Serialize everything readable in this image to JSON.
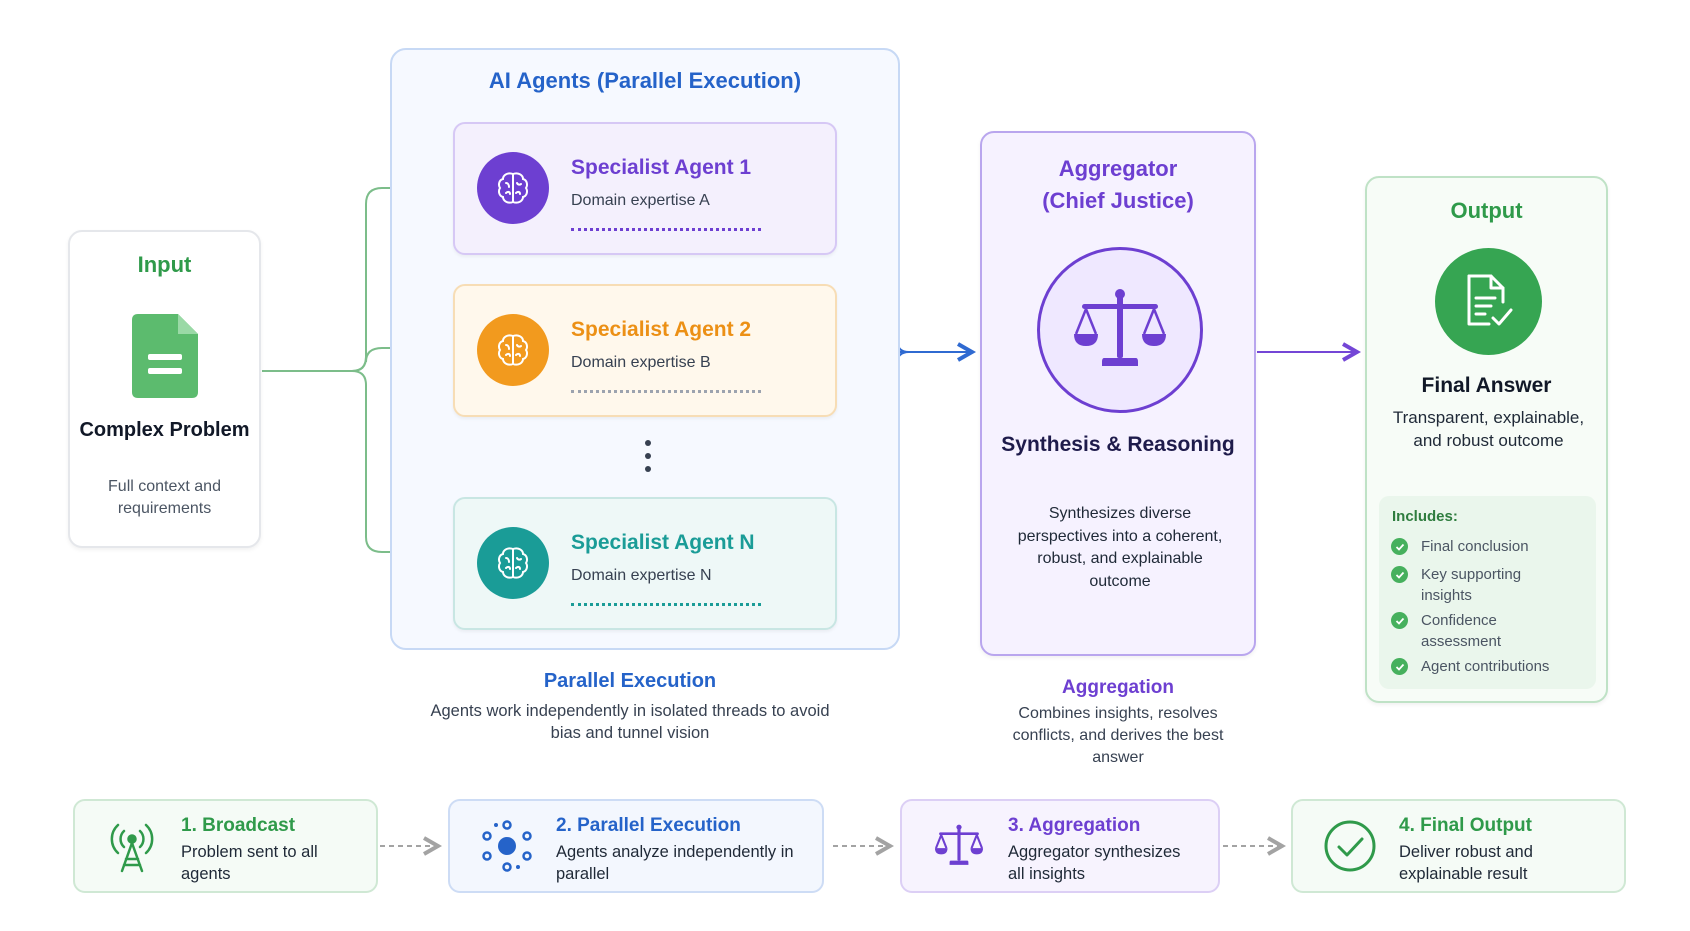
{
  "colors": {
    "green": "#2f9a4a",
    "blue": "#2563c9",
    "purple": "#6d3fd1",
    "orange": "#f29a1e",
    "teal": "#1a9c97"
  },
  "input": {
    "title": "Input",
    "icon": "document-icon",
    "heading": "Complex Problem",
    "subtitle": "Full context and requirements"
  },
  "agents": {
    "title": "AI Agents (Parallel Execution)",
    "items": [
      {
        "name": "Specialist Agent 1",
        "domain": "Domain expertise A",
        "icon": "brain-icon"
      },
      {
        "name": "Specialist Agent 2",
        "domain": "Domain expertise B",
        "icon": "brain-icon"
      },
      {
        "name": "Specialist Agent N",
        "domain": "Domain expertise N",
        "icon": "brain-icon"
      }
    ],
    "caption_title": "Parallel Execution",
    "caption_text": "Agents work independently in isolated threads to avoid bias and tunnel vision"
  },
  "aggregator": {
    "title_line1": "Aggregator",
    "title_line2": "(Chief Justice)",
    "icon": "scales-icon",
    "heading": "Synthesis & Reasoning",
    "description": "Synthesizes diverse perspectives into a coherent, robust, and explainable outcome",
    "caption_title": "Aggregation",
    "caption_text": "Combines insights, resolves conflicts, and derives the best answer"
  },
  "output": {
    "title": "Output",
    "icon": "checked-document-icon",
    "heading": "Final Answer",
    "description": "Transparent, explainable, and robust outcome",
    "includes_label": "Includes:",
    "includes": [
      "Final conclusion",
      "Key supporting insights",
      "Confidence assessment",
      "Agent contributions"
    ]
  },
  "steps": [
    {
      "title": "1. Broadcast",
      "description": "Problem sent to all agents",
      "icon": "broadcast-tower-icon"
    },
    {
      "title": "2. Parallel Execution",
      "description": "Agents analyze independently in parallel",
      "icon": "network-icon"
    },
    {
      "title": "3. Aggregation",
      "description": "Aggregator synthesizes all insights",
      "icon": "scales-icon"
    },
    {
      "title": "4. Final Output",
      "description": "Deliver robust and explainable result",
      "icon": "check-circle-icon"
    }
  ]
}
